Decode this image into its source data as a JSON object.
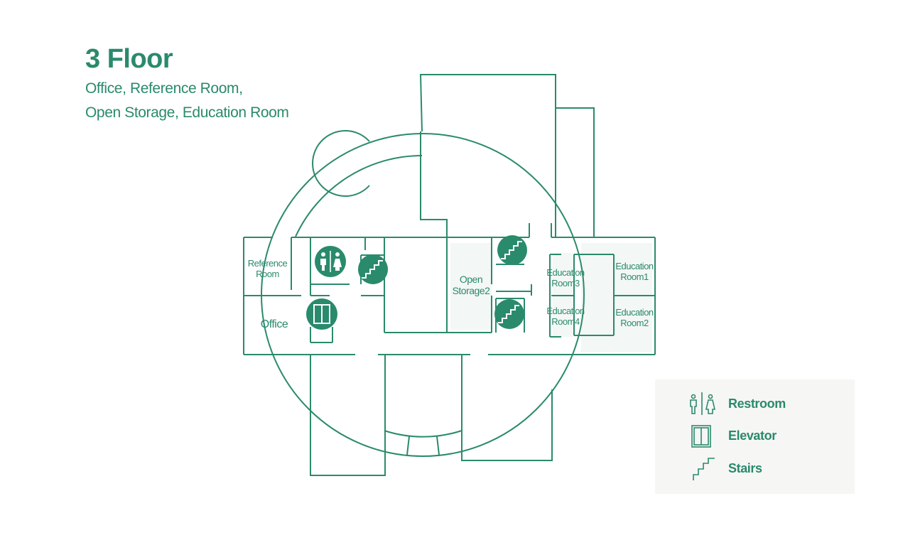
{
  "header": {
    "title": "3 Floor",
    "subtitle_line1": "Office, Reference Room,",
    "subtitle_line2": "Open Storage, Education Room"
  },
  "rooms": {
    "reference_room": "Reference\nRoom",
    "office": "Office",
    "open_storage2": "Open\nStorage2",
    "education_room3": "Education\nRoom3",
    "education_room4": "Education\nRoom4",
    "education_room1": "Education\nRoom1",
    "education_room2": "Education\nRoom2"
  },
  "legend": {
    "restroom": "Restroom",
    "elevator": "Elevator",
    "stairs": "Stairs"
  },
  "colors": {
    "accent": "#2a8a6c",
    "room_fill": "#f3f7f5",
    "legend_bg": "#f6f6f5"
  },
  "icons": [
    "restroom-icon",
    "elevator-icon",
    "stairs-icon"
  ]
}
